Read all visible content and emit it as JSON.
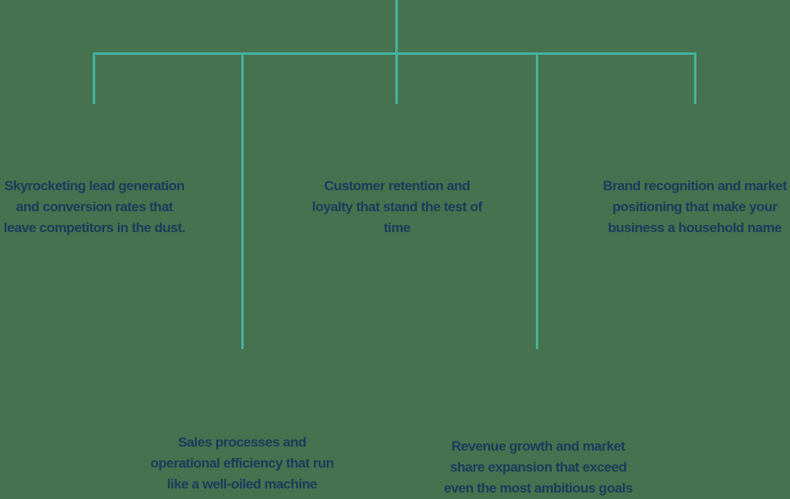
{
  "colors": {
    "background": "#47724F",
    "connector_line": "#44B3A1",
    "text": "#1E3A5C"
  },
  "diagram": {
    "type": "branch-tree",
    "branches": [
      {
        "id": "lead-generation",
        "position": "top-left",
        "text": "Skyrocketing lead generation and conversion rates that leave competitors in the dust.",
        "lines": [
          "Skyrocketing lead generation",
          "and conversion rates that",
          "leave competitors in the dust."
        ]
      },
      {
        "id": "sales-efficiency",
        "position": "bottom-left",
        "text": "Sales processes and operational efficiency that run like a well-oiled machine",
        "lines": [
          "Sales processes and",
          "operational efficiency that run",
          "like a well-oiled machine"
        ]
      },
      {
        "id": "customer-retention",
        "position": "top-center",
        "text": "Customer retention and loyalty that stand the test of time",
        "lines": [
          "Customer retention and",
          "loyalty that stand the test of",
          "time"
        ]
      },
      {
        "id": "revenue-growth",
        "position": "bottom-center-right",
        "text": "Revenue growth and market share expansion that exceed even the most ambitious goals",
        "lines": [
          "Revenue growth and market",
          "share expansion that exceed",
          "even the most ambitious goals"
        ]
      },
      {
        "id": "brand-recognition",
        "position": "top-right",
        "text": "Brand recognition and market positioning that make your business a household name",
        "lines": [
          "Brand recognition and market",
          "positioning that make your",
          "business a household name"
        ]
      }
    ]
  }
}
